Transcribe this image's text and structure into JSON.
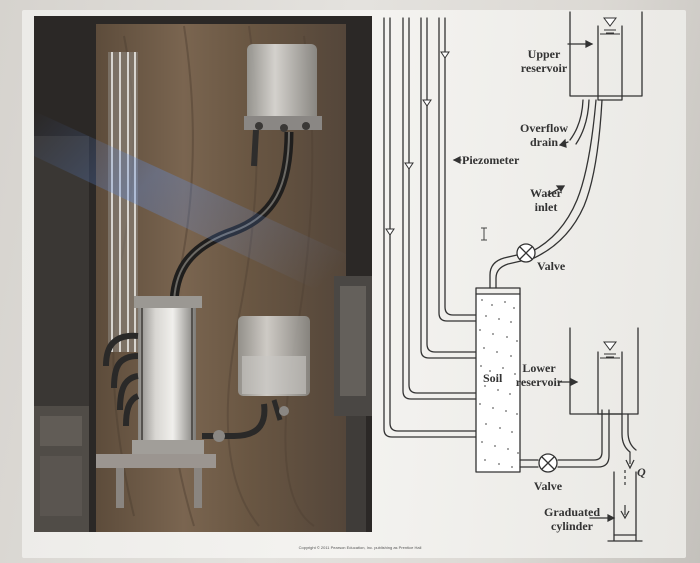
{
  "labels": {
    "upper_reservoir": [
      "Upper",
      "reservoir"
    ],
    "overflow_drain": [
      "Overflow",
      "drain"
    ],
    "piezometer": "Piezometer",
    "water_inlet": [
      "Water",
      "inlet"
    ],
    "valve_top": "Valve",
    "soil": "Soil",
    "lower_reservoir": [
      "Lower",
      "reservoir"
    ],
    "valve_bottom": "Valve",
    "flow_symbol": "Q",
    "graduated_cylinder": [
      "Graduated",
      "cylinder"
    ]
  },
  "copyright": "Copyright © 2011 Pearson Education, Inc. publishing as Prentice Hall",
  "colors": {
    "line": "#333333",
    "photo_bg": "#2a2725",
    "wood": "#6e5a45"
  },
  "icons": [
    "water-level-triangle-icon",
    "valve-icon",
    "flow-arrow-icon",
    "text-cursor-icon"
  ]
}
